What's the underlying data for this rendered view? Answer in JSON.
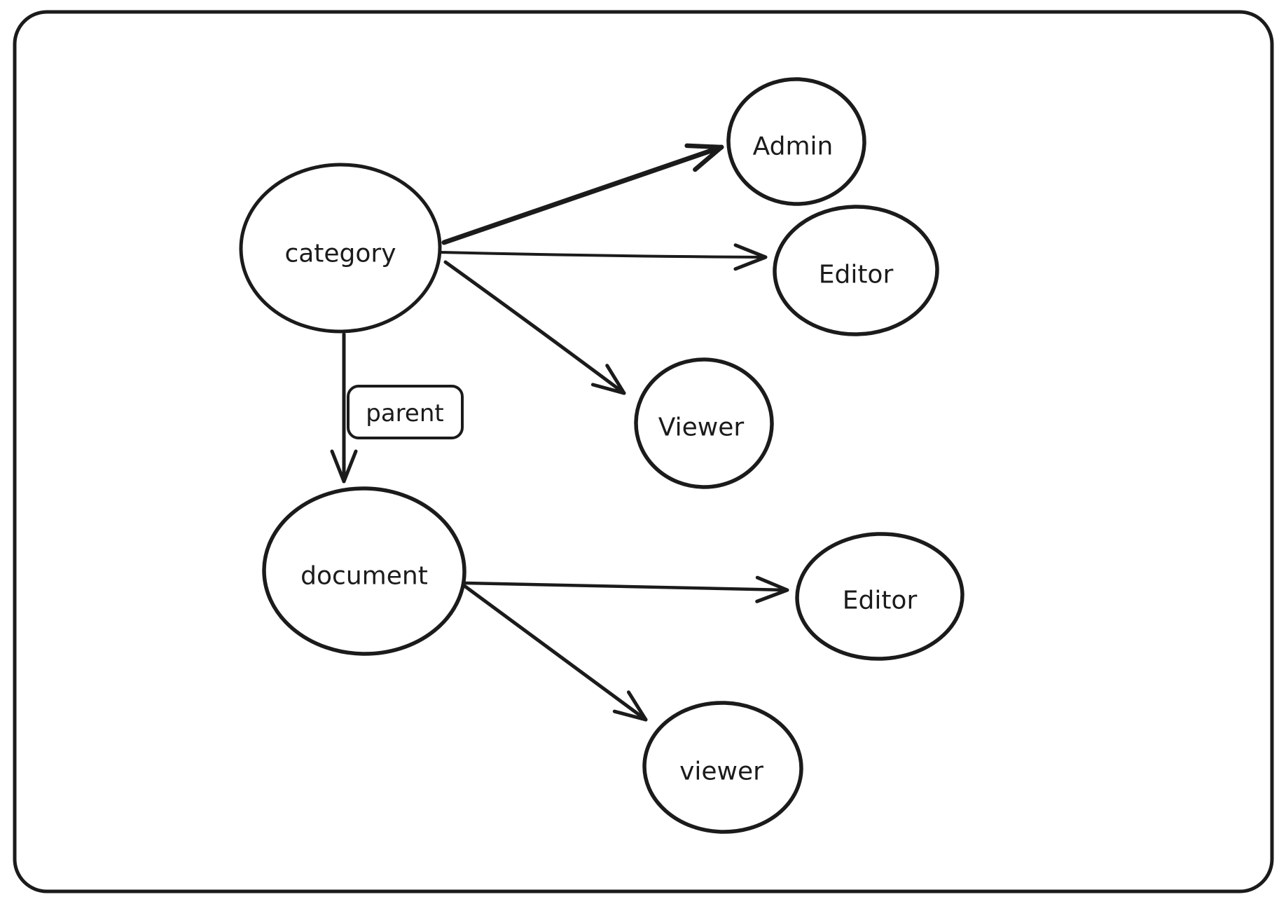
{
  "canvas": {
    "background": "#ffffff",
    "stroke_color": "#1b1b1b"
  },
  "diagram": {
    "type": "flowchart",
    "nodes": [
      {
        "id": "category",
        "label": "category",
        "shape": "ellipse"
      },
      {
        "id": "admin",
        "label": "Admin",
        "shape": "ellipse"
      },
      {
        "id": "editor_top",
        "label": "Editor",
        "shape": "ellipse"
      },
      {
        "id": "viewer_top",
        "label": "Viewer",
        "shape": "ellipse"
      },
      {
        "id": "document",
        "label": "document",
        "shape": "ellipse"
      },
      {
        "id": "editor_bottom",
        "label": "Editor",
        "shape": "ellipse"
      },
      {
        "id": "viewer_bottom",
        "label": "viewer",
        "shape": "ellipse"
      }
    ],
    "edges": [
      {
        "from": "category",
        "to": "admin",
        "label": ""
      },
      {
        "from": "category",
        "to": "editor_top",
        "label": ""
      },
      {
        "from": "category",
        "to": "viewer_top",
        "label": ""
      },
      {
        "from": "category",
        "to": "document",
        "label": "parent"
      },
      {
        "from": "document",
        "to": "editor_bottom",
        "label": ""
      },
      {
        "from": "document",
        "to": "viewer_bottom",
        "label": ""
      }
    ]
  }
}
